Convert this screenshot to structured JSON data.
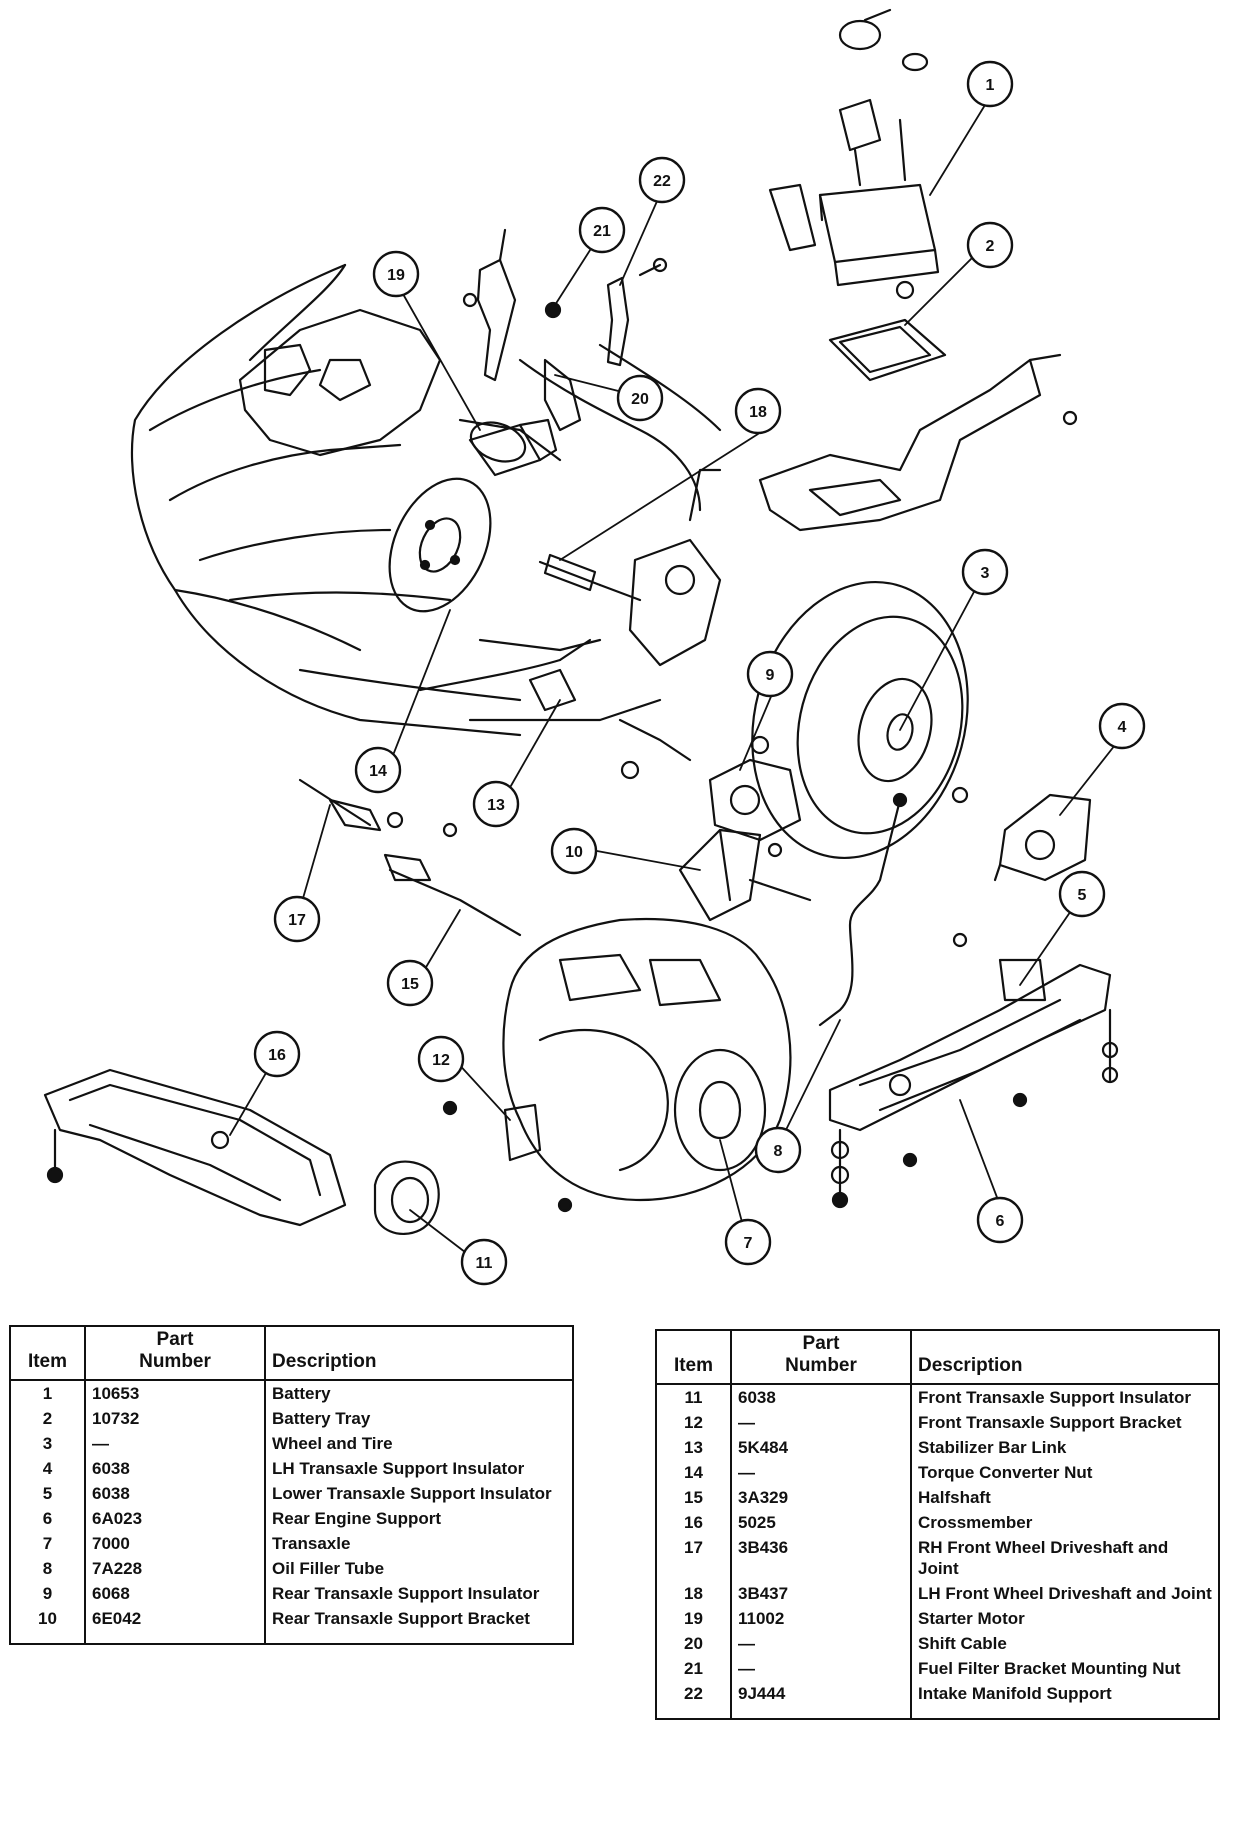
{
  "diagram": {
    "callouts": [
      "1",
      "2",
      "3",
      "4",
      "5",
      "6",
      "7",
      "8",
      "9",
      "10",
      "11",
      "12",
      "13",
      "14",
      "15",
      "16",
      "17",
      "18",
      "19",
      "20",
      "21",
      "22"
    ],
    "icons": [
      "vehicle-front-outline",
      "battery",
      "battery-tray",
      "wheel-and-tire",
      "support-insulator",
      "transaxle",
      "crossmember",
      "halfshaft",
      "starter-motor"
    ]
  },
  "table_headers": {
    "item": "Item",
    "part_line1": "Part",
    "part_line2": "Number",
    "description": "Description"
  },
  "table_left": [
    {
      "item": "1",
      "part": "10653",
      "desc": "Battery"
    },
    {
      "item": "2",
      "part": "10732",
      "desc": "Battery Tray"
    },
    {
      "item": "3",
      "part": "—",
      "desc": "Wheel and Tire"
    },
    {
      "item": "4",
      "part": "6038",
      "desc": "LH Transaxle Support Insulator"
    },
    {
      "item": "5",
      "part": "6038",
      "desc": "Lower Transaxle Support Insulator"
    },
    {
      "item": "6",
      "part": "6A023",
      "desc": "Rear Engine Support"
    },
    {
      "item": "7",
      "part": "7000",
      "desc": "Transaxle"
    },
    {
      "item": "8",
      "part": "7A228",
      "desc": "Oil Filler Tube"
    },
    {
      "item": "9",
      "part": "6068",
      "desc": "Rear Transaxle Support Insulator"
    },
    {
      "item": "10",
      "part": "6E042",
      "desc": "Rear Transaxle Support Bracket"
    }
  ],
  "table_right": [
    {
      "item": "11",
      "part": "6038",
      "desc": "Front Transaxle Support Insulator"
    },
    {
      "item": "12",
      "part": "—",
      "desc": "Front Transaxle Support Bracket"
    },
    {
      "item": "13",
      "part": "5K484",
      "desc": "Stabilizer Bar Link"
    },
    {
      "item": "14",
      "part": "—",
      "desc": "Torque Converter Nut"
    },
    {
      "item": "15",
      "part": "3A329",
      "desc": "Halfshaft"
    },
    {
      "item": "16",
      "part": "5025",
      "desc": "Crossmember"
    },
    {
      "item": "17",
      "part": "3B436",
      "desc": "RH Front Wheel Driveshaft and Joint"
    },
    {
      "item": "18",
      "part": "3B437",
      "desc": "LH Front Wheel Driveshaft and Joint"
    },
    {
      "item": "19",
      "part": "11002",
      "desc": "Starter Motor"
    },
    {
      "item": "20",
      "part": "—",
      "desc": "Shift Cable"
    },
    {
      "item": "21",
      "part": "—",
      "desc": "Fuel Filter Bracket Mounting Nut"
    },
    {
      "item": "22",
      "part": "9J444",
      "desc": "Intake Manifold Support"
    }
  ]
}
